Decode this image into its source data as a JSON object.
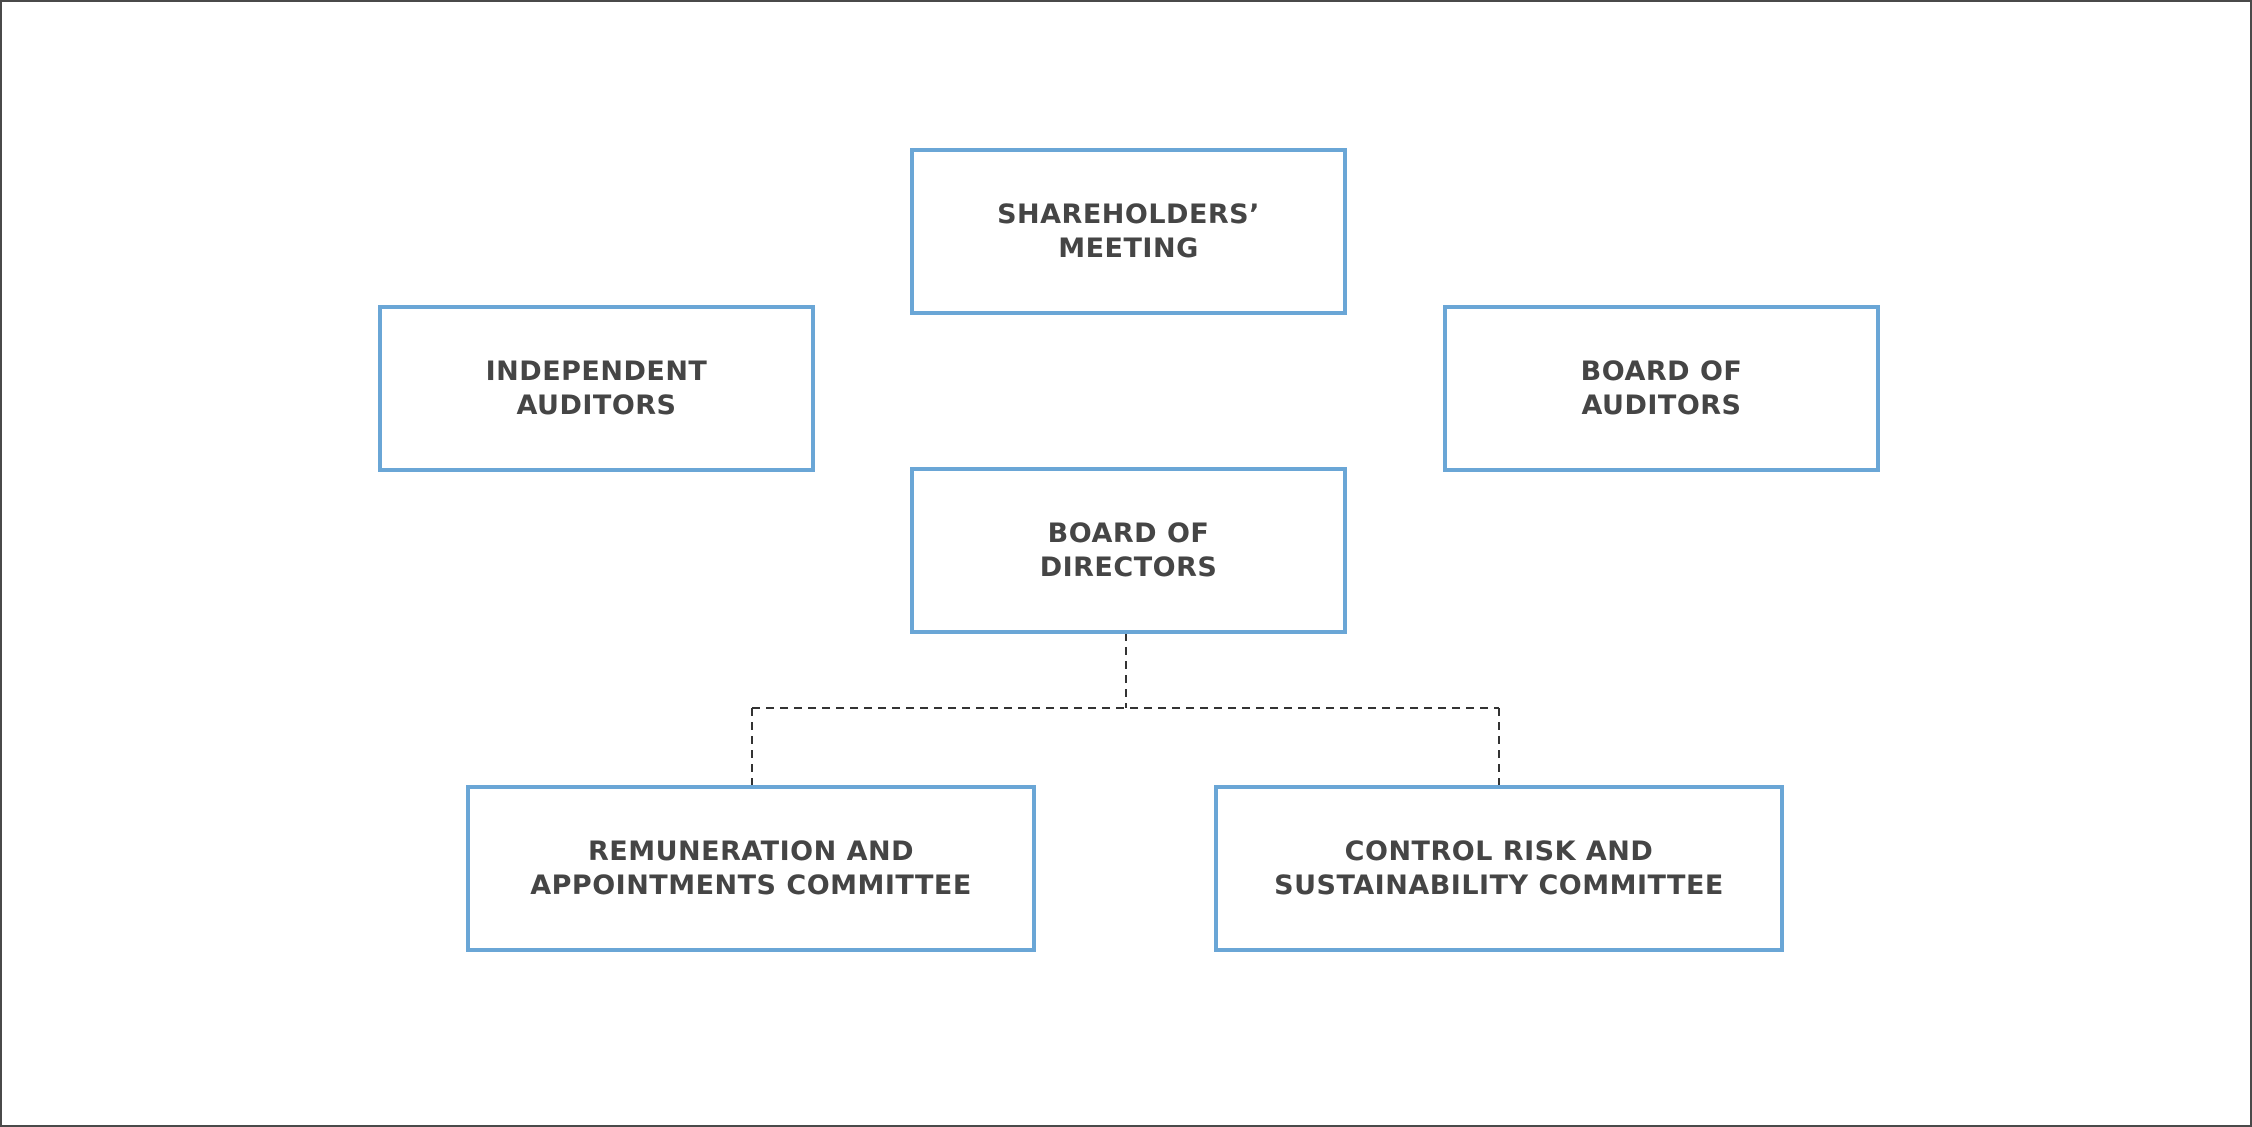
{
  "nodes": {
    "shareholders_meeting": {
      "line1": "SHAREHOLDERS’",
      "line2": "MEETING"
    },
    "independent_auditors": {
      "line1": "INDEPENDENT",
      "line2": "AUDITORS"
    },
    "board_of_auditors": {
      "line1": "BOARD OF",
      "line2": "AUDITORS"
    },
    "board_of_directors": {
      "line1": "BOARD OF",
      "line2": "DIRECTORS"
    },
    "remuneration_committee": {
      "line1": "REMUNERATION AND",
      "line2": "APPOINTMENTS COMMITTEE"
    },
    "control_risk_committee": {
      "line1": "CONTROL RISK AND",
      "line2": "SUSTAINABILITY COMMITTEE"
    }
  },
  "colors": {
    "box_border": "#6aa6d6",
    "text": "#454545",
    "connector": "#333333"
  }
}
